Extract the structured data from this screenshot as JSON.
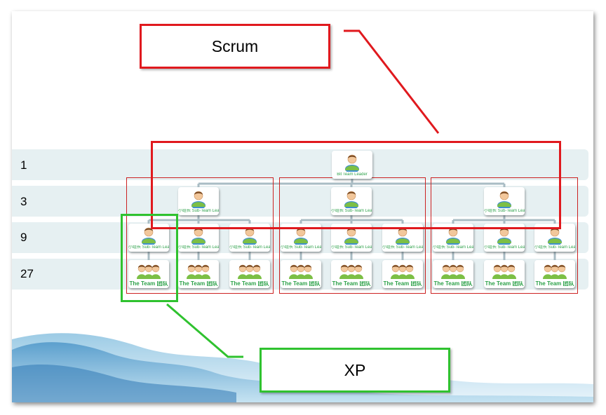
{
  "rows": [
    {
      "label": "1"
    },
    {
      "label": "3"
    },
    {
      "label": "9"
    },
    {
      "label": "27"
    }
  ],
  "callouts": {
    "scrum": "Scrum",
    "xp": "XP"
  },
  "nodes": {
    "top_caption": "Bit Team Leader",
    "lead_caption": "小组长 Sub-Team Leader",
    "team_caption": "The Team 团队"
  },
  "colors": {
    "scrum": "#e0191e",
    "xp": "#2fc22f",
    "group": "#cc2222",
    "band": "#e6f0f2",
    "connector": "#a9bcc4"
  },
  "icons": {
    "leader": "person-icon",
    "team": "group-icon"
  }
}
